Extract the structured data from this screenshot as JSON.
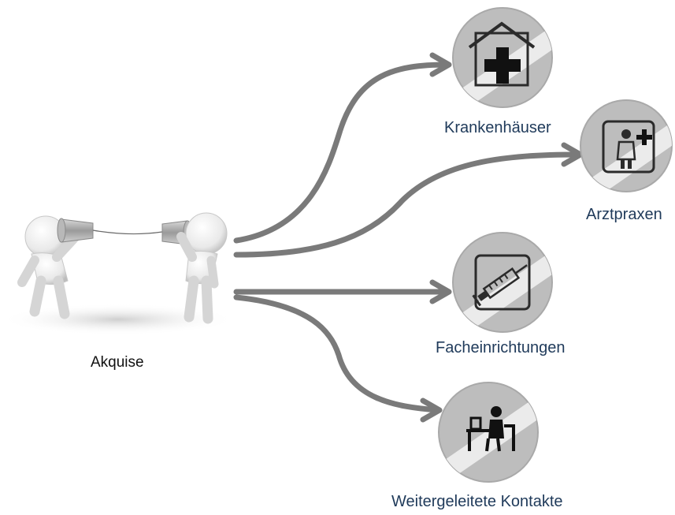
{
  "source": {
    "label": "Akquise",
    "icon": "two-people-tin-can-phone"
  },
  "targets": [
    {
      "label": "Krankenhäuser",
      "icon": "hospital-icon"
    },
    {
      "label": "Arztpraxen",
      "icon": "doctor-icon"
    },
    {
      "label": "Facheinrichtungen",
      "icon": "syringe-icon"
    },
    {
      "label": "Weitergeleitete Kontakte",
      "icon": "person-at-desk-icon"
    }
  ],
  "colors": {
    "arrow": "#7a7a7a",
    "badge": "#bdbdbd",
    "badge_stripe": "#ebebeb",
    "icon": "#2b2b2b",
    "label": "#1f3a5a"
  }
}
